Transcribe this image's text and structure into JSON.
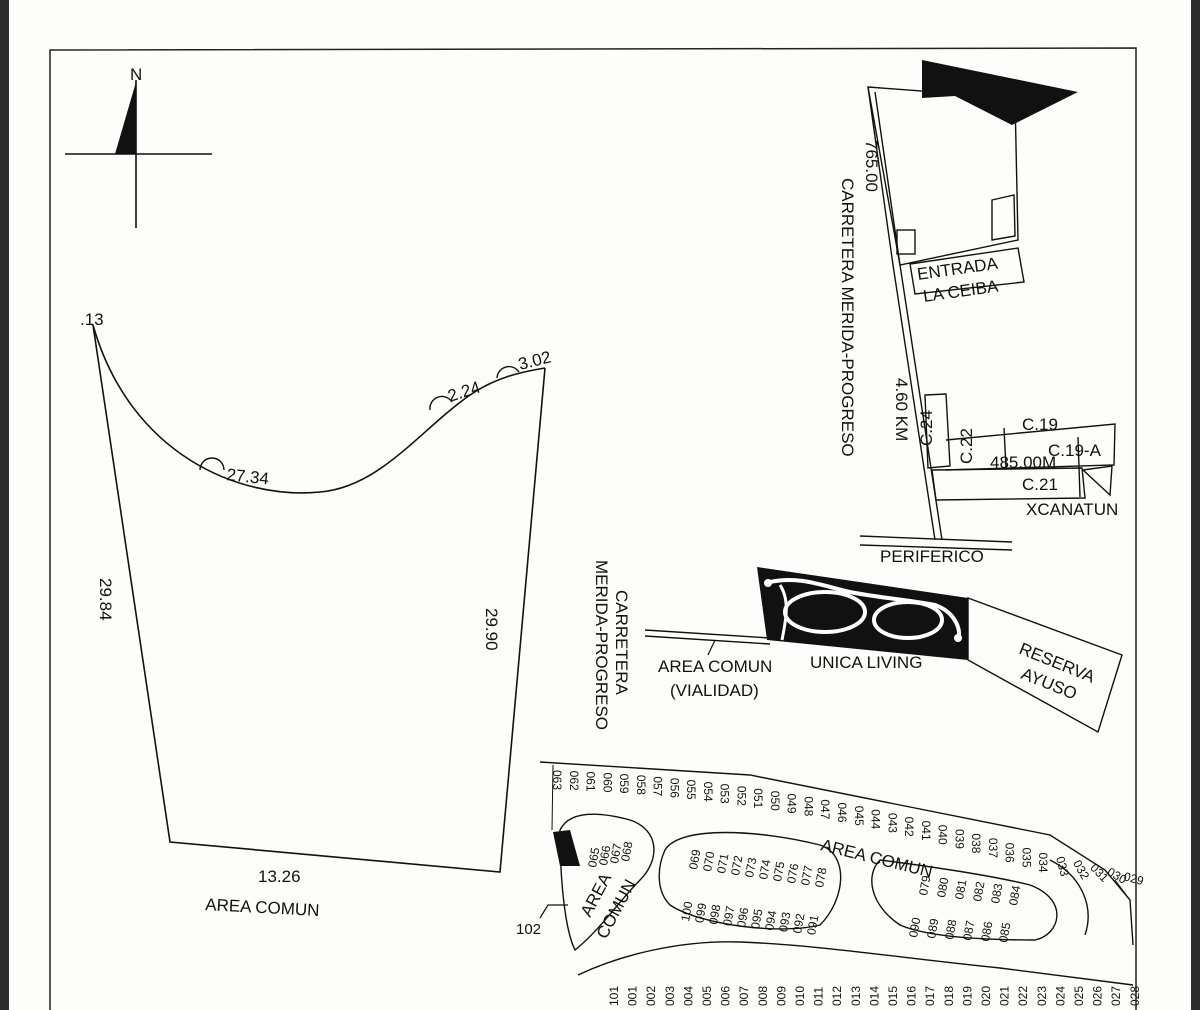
{
  "north_label": "N",
  "parcel": {
    "corner_label": ".13",
    "arc_main": "27.34",
    "arc_small_1": "2.24",
    "arc_small_2": "3.02",
    "left_side": "29.84",
    "right_side": "29.90",
    "bottom_side": "13.26",
    "bottom_note": "AREA COMUN"
  },
  "location_map": {
    "road_distance": "765.00",
    "road_name": "CARRETERA MERIDA-PROGRESO",
    "km_marker": "4.60 KM",
    "entrance_line1": "ENTRADA",
    "entrance_line2": "LA CEIBA",
    "c24": "C.24",
    "c22": "C.22",
    "c19": "C.19",
    "c19a": "C.19-A",
    "distance_485": "485.00M",
    "c21": "C.21",
    "xcanatun": "XCANATUN",
    "periferico": "PERIFERICO"
  },
  "site_plan": {
    "road_line1": "CARRETERA",
    "road_line2": "MERIDA-PROGRESO",
    "area_comun_1": "AREA COMUN",
    "vialidad": "(VIALIDAD)",
    "unica_living": "UNICA LIVING",
    "reserva_1": "RESERVA",
    "reserva_2": "AYUSO"
  },
  "lot_plan": {
    "top_row": [
      "063",
      "062",
      "061",
      "060",
      "059",
      "058",
      "057",
      "056",
      "055",
      "054",
      "053",
      "052",
      "051",
      "050",
      "049",
      "048",
      "047",
      "046",
      "045",
      "044",
      "043",
      "042",
      "041",
      "040",
      "039",
      "038",
      "037",
      "036",
      "035",
      "034",
      "033",
      "032",
      "031",
      "030",
      "029"
    ],
    "bottom_row": [
      "101",
      "001",
      "002",
      "003",
      "004",
      "005",
      "006",
      "007",
      "008",
      "009",
      "010",
      "011",
      "012",
      "013",
      "014",
      "015",
      "016",
      "017",
      "018",
      "019",
      "020",
      "021",
      "022",
      "023",
      "024",
      "025",
      "026",
      "027",
      "028"
    ],
    "left_inner": [
      "065",
      "066",
      "067",
      "068"
    ],
    "center_left_a": [
      "069",
      "070",
      "071",
      "072",
      "073",
      "074",
      "075",
      "076",
      "077",
      "078"
    ],
    "center_left_b": [
      "100",
      "099",
      "098",
      "097",
      "096",
      "095",
      "094",
      "093",
      "092",
      "091"
    ],
    "center_right_a": [
      "079",
      "080",
      "081",
      "082",
      "083",
      "084"
    ],
    "center_right_b": [
      "090",
      "089",
      "088",
      "087",
      "086",
      "085"
    ],
    "area_comun_band": "AREA COMUN",
    "area_word": "AREA",
    "comun_word": "COMUN",
    "label_102": "102"
  }
}
